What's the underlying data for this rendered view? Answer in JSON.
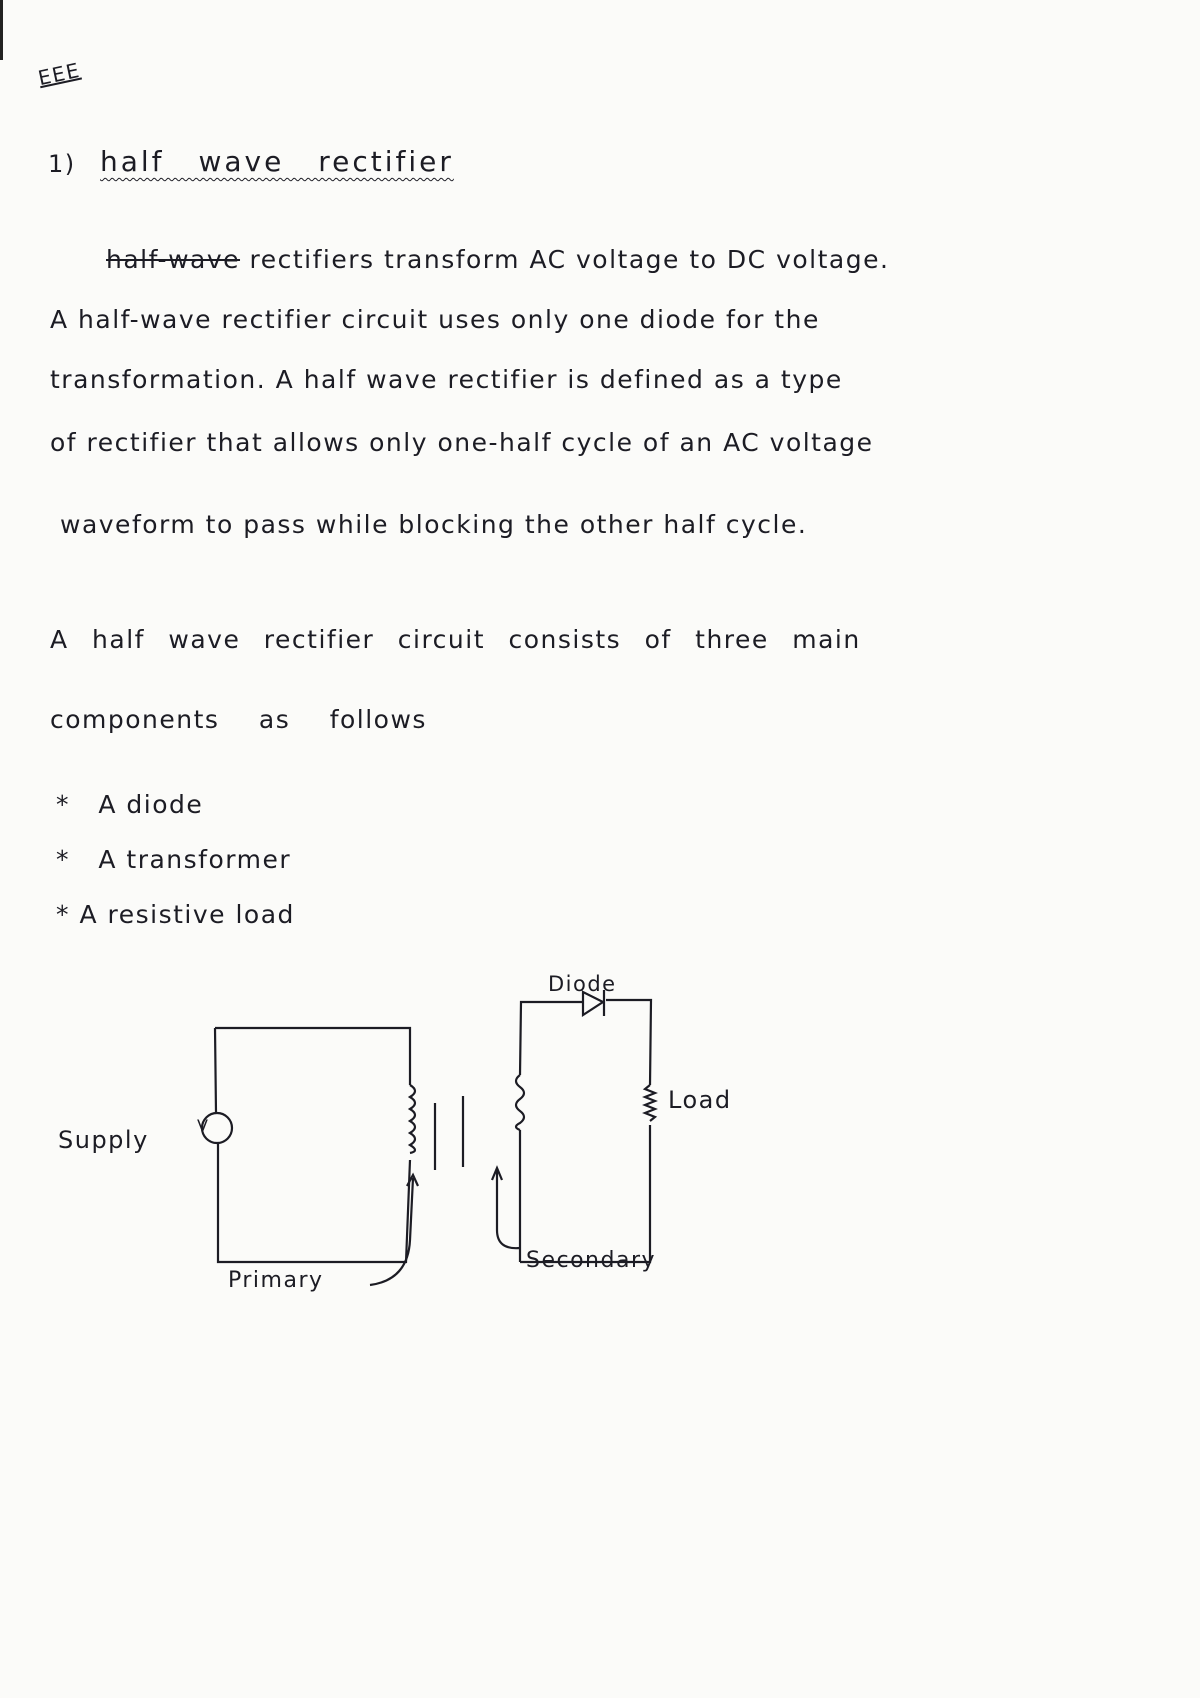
{
  "header": {
    "subject": "EEE"
  },
  "heading": {
    "number": "1)",
    "title": "half wave rectifier"
  },
  "paragraph1": {
    "struck": "half-wave",
    "lines": [
      " rectifiers transform AC voltage to DC voltage.",
      "A half-wave rectifier circuit uses only one diode for the",
      "transformation. A half wave rectifier is defined as a type",
      "of rectifier that allows only one-half cycle of an AC voltage",
      "waveform to pass while blocking the other half cycle."
    ]
  },
  "paragraph2": {
    "lines": [
      "A half wave rectifier circuit consists of three main",
      "components as follows"
    ]
  },
  "components": [
    {
      "bullet": "*",
      "label": "A diode"
    },
    {
      "bullet": "*",
      "label": "A transformer"
    },
    {
      "bullet": "*",
      "label": "A resistive load"
    }
  ],
  "diagram": {
    "diode_label": "Diode",
    "load_label": "Load",
    "supply_label": "Supply",
    "source_symbol": "V",
    "primary_label": "Primary",
    "secondary_label": "Secondary"
  }
}
